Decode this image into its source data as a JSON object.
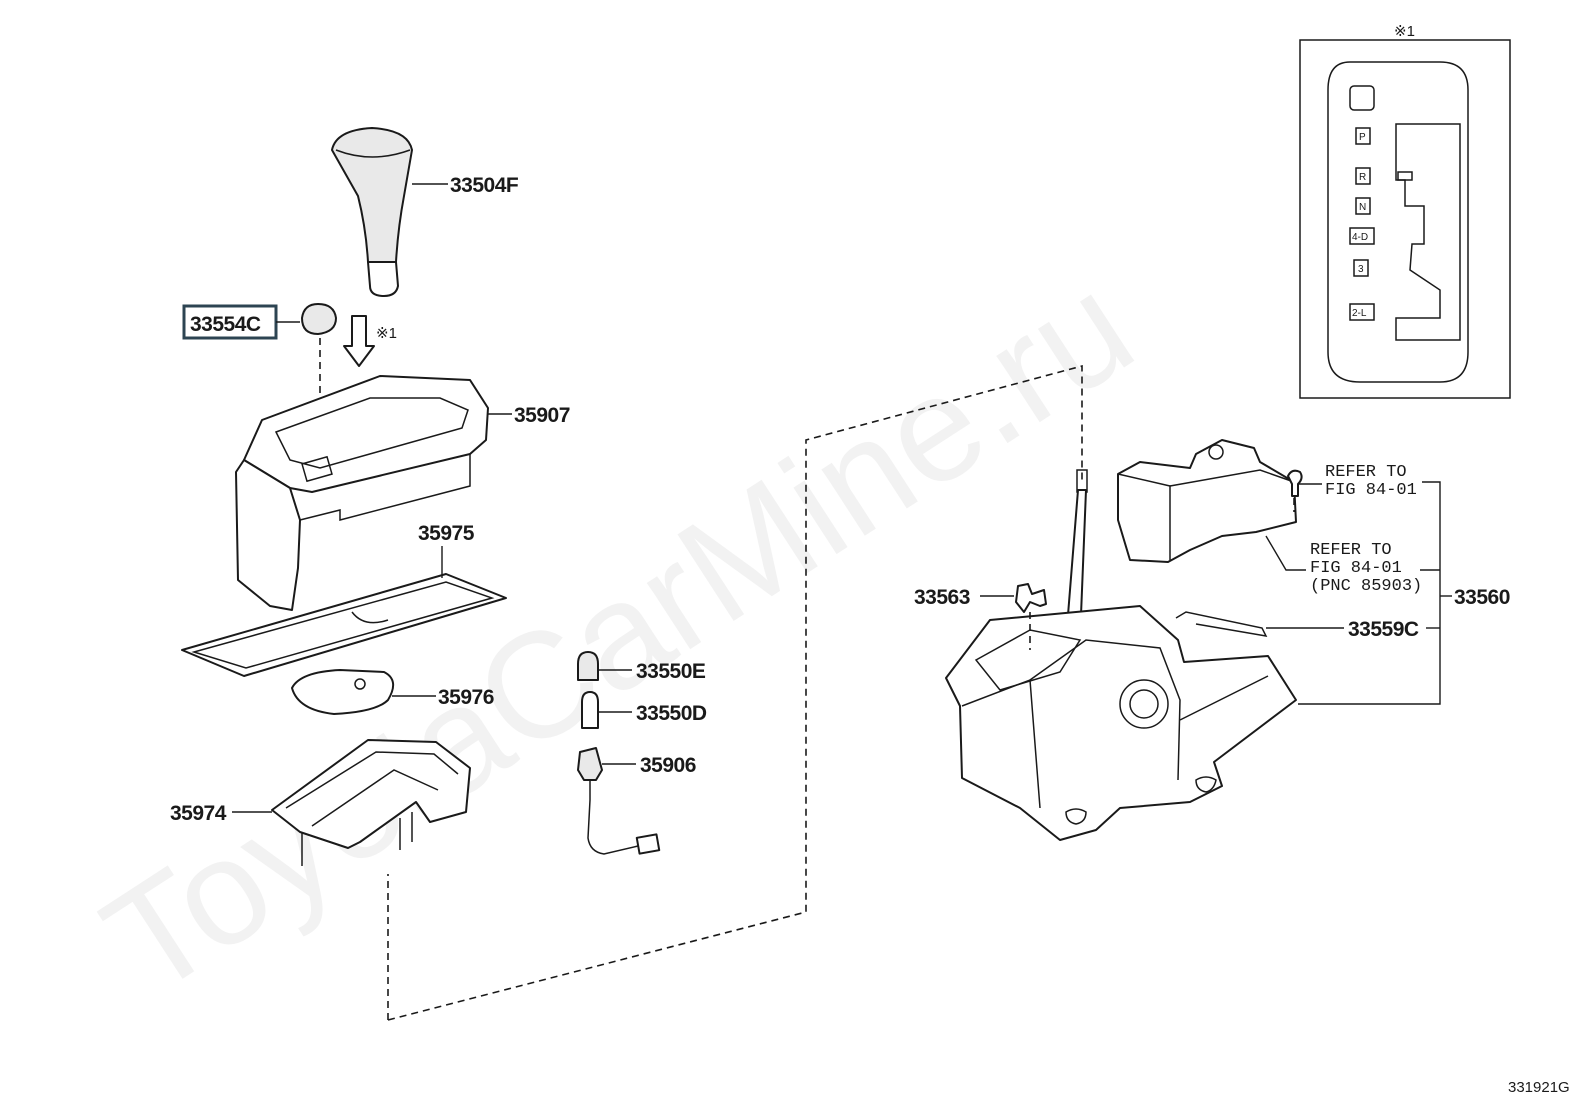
{
  "watermark": "ToyotaCarMine.ru",
  "diagram_id": "331921G",
  "inset": {
    "title": "※1",
    "gate_labels": [
      "P",
      "R",
      "N",
      "4-D",
      "3",
      "2-L"
    ]
  },
  "arrow_note": "※1",
  "parts": {
    "p33504F": "33504F",
    "p33554C": "33554C",
    "p35907": "35907",
    "p35975": "35975",
    "p35976": "35976",
    "p35974": "35974",
    "p33550E": "33550E",
    "p33550D": "33550D",
    "p35906": "35906",
    "p33563": "33563",
    "p33559C": "33559C",
    "p33560": "33560"
  },
  "refs": {
    "ref1_line1": "REFER TO",
    "ref1_line2": "FIG 84-01",
    "ref2_line1": "REFER TO",
    "ref2_line2": "FIG 84-01",
    "ref2_line3": "(PNC 85903)"
  },
  "highlight_color": "#2d4452"
}
